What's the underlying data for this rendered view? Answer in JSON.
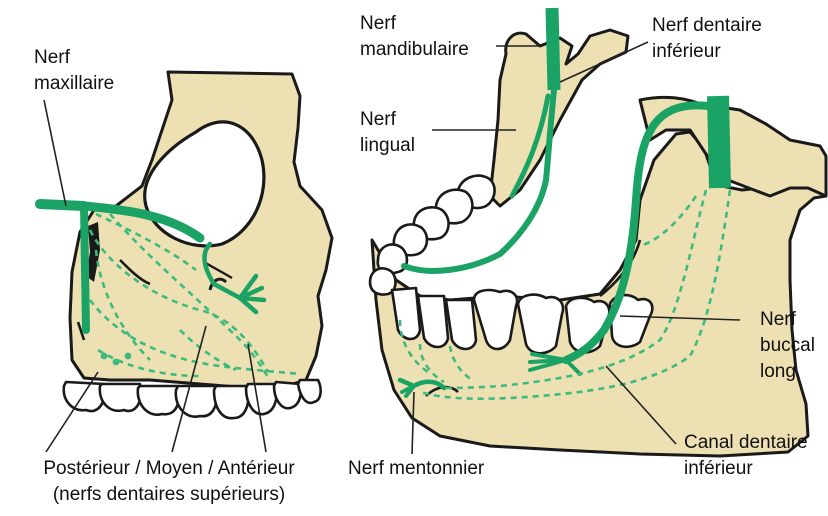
{
  "colors": {
    "bone": "#ede0b2",
    "outline": "#1a1a1a",
    "nerve": "#1aa364",
    "nerve_dashed": "#3dbb7e",
    "tooth": "#ffffff",
    "leader": "#222222"
  },
  "left_figure": {
    "label_maxillary_l1": "Nerf",
    "label_maxillary_l2": "maxillaire",
    "label_branches": "Postérieur / Moyen / Antérieur",
    "label_branches_note": "(nerfs dentaires supérieurs)"
  },
  "right_figure": {
    "label_mandibular_l1": "Nerf",
    "label_mandibular_l2": "mandibulaire",
    "label_inf_alveolar_l1": "Nerf dentaire",
    "label_inf_alveolar_l2": "inférieur",
    "label_lingual_l1": "Nerf",
    "label_lingual_l2": "lingual",
    "label_buccal_l1": "Nerf",
    "label_buccal_l2": "buccal",
    "label_buccal_l3": "long",
    "label_mental": "Nerf mentonnier",
    "label_canal_l1": "Canal dentaire",
    "label_canal_l2": "inférieur"
  }
}
